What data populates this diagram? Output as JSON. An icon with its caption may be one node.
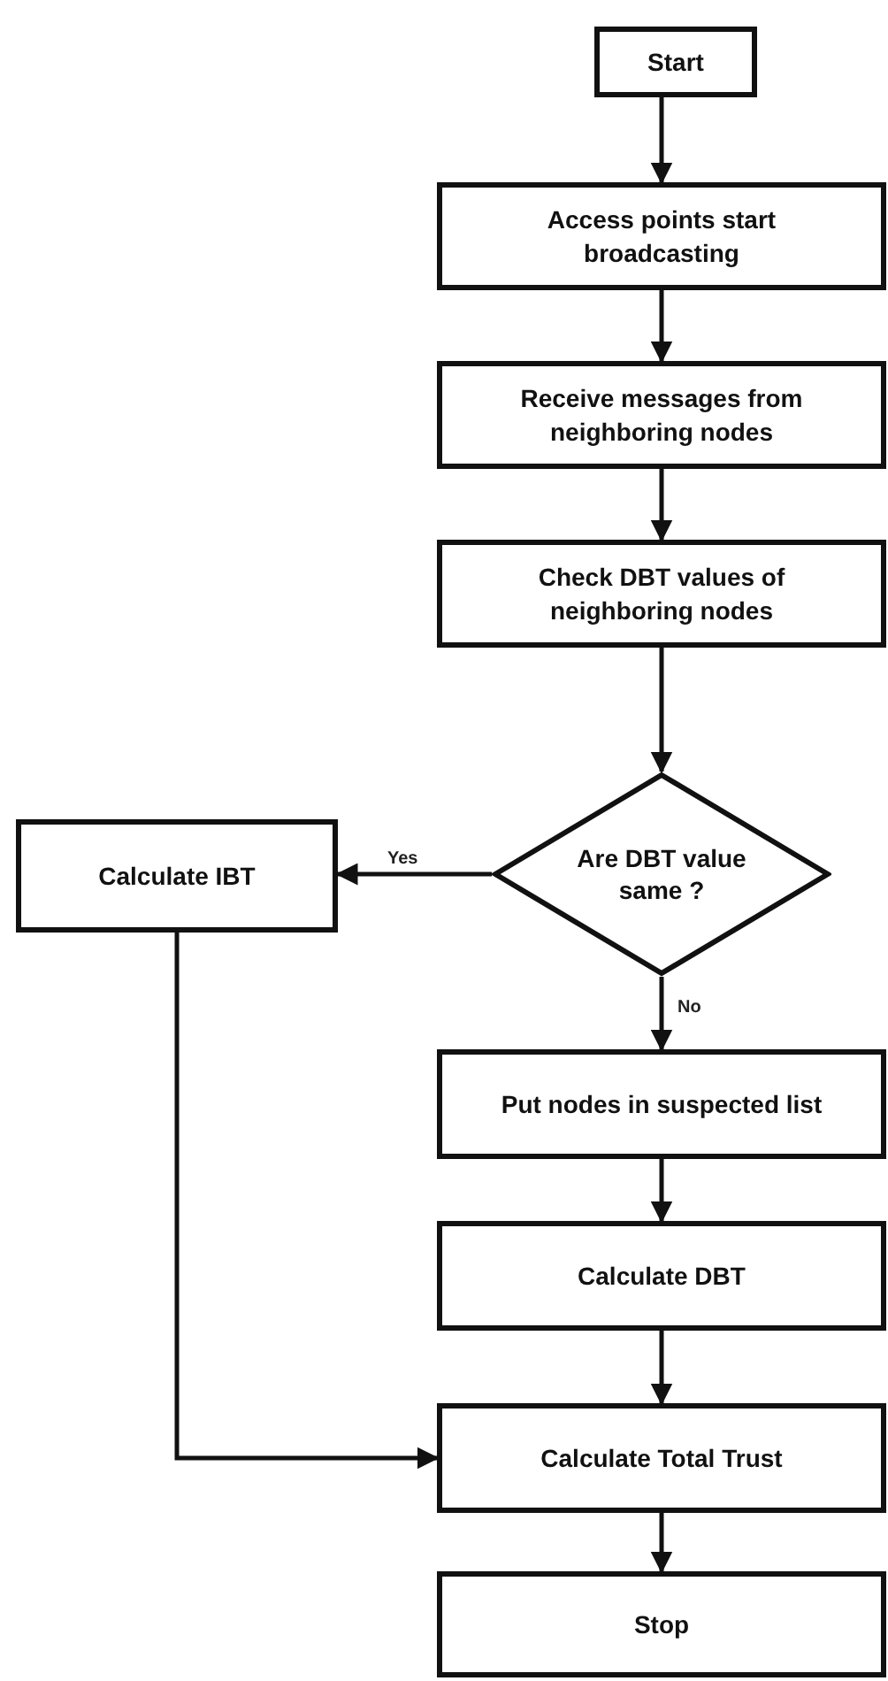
{
  "diagram": {
    "nodes": [
      {
        "text": [
          "Start"
        ]
      },
      {
        "text": [
          "Access points start broadcasting"
        ]
      },
      {
        "text": [
          "Receive messages from neighboring nodes"
        ]
      },
      {
        "text": [
          "Check DBT values of neighboring nodes"
        ]
      },
      {
        "text": [
          "Are DBT value same ?"
        ]
      },
      {
        "text": [
          "Calculate IBT"
        ]
      },
      {
        "text": [
          "Put nodes in suspected list"
        ]
      },
      {
        "text": [
          "Calculate DBT"
        ]
      },
      {
        "text": [
          "Calculate Total Trust"
        ]
      },
      {
        "text": [
          "Stop"
        ]
      }
    ],
    "edges": [
      {
        "from": 0,
        "to": 1,
        "arrow": "to"
      },
      {
        "from": 1,
        "to": 2,
        "arrow": "to"
      },
      {
        "from": 2,
        "to": 3,
        "arrow": "to"
      },
      {
        "from": 3,
        "to": 4,
        "arrow": "to"
      },
      {
        "from": 4,
        "to": 5,
        "arrow": "to",
        "label": "Yes"
      },
      {
        "from": 4,
        "to": 6,
        "arrow": "to",
        "label": "No"
      },
      {
        "from": 6,
        "to": 7,
        "arrow": "to"
      },
      {
        "from": 7,
        "to": 8,
        "arrow": "to"
      },
      {
        "from": 5,
        "to": 8,
        "arrow": "to"
      },
      {
        "from": 8,
        "to": 9,
        "arrow": "to"
      }
    ]
  }
}
